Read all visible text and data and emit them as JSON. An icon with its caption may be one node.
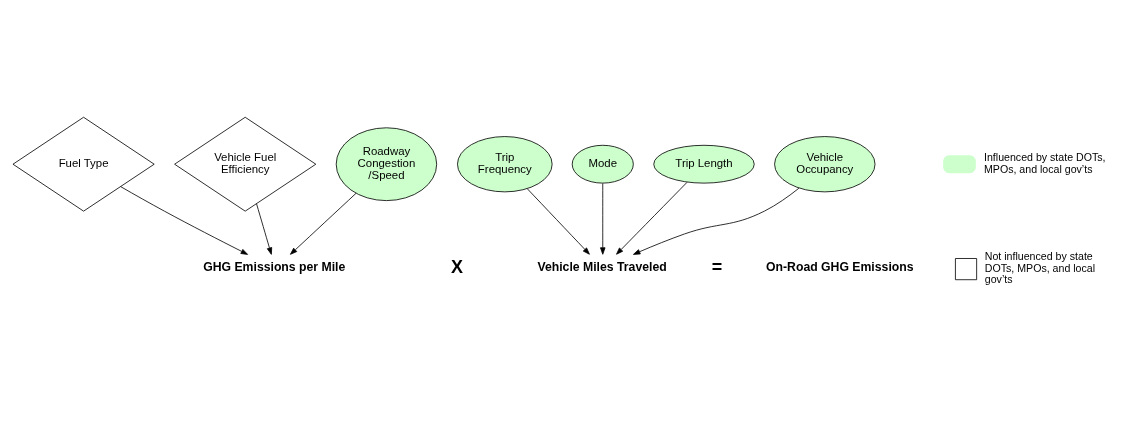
{
  "diagram": {
    "nodes": [
      {
        "text": [
          "Fuel Type"
        ]
      },
      {
        "text": [
          "Vehicle Fuel Efficiency"
        ]
      },
      {
        "text": [
          "Trip Frequency"
        ]
      },
      {
        "text": [
          "Mode"
        ]
      },
      {
        "text": [
          "Roadway Congestion /Speed"
        ]
      },
      {
        "text": [
          "Trip Length"
        ]
      },
      {
        "text": [
          "Vehicle Occupancy"
        ]
      },
      {
        "text": [
          "GHG Emissions per Mile"
        ]
      },
      {
        "text": [
          "Vehicle Miles Traveled"
        ]
      },
      {
        "text": [
          "On-Road GHG Emissions"
        ]
      }
    ],
    "edges": [
      {
        "from": 1,
        "to": 7,
        "arrow": "to"
      },
      {
        "from": 0,
        "to": 7,
        "arrow": "to"
      },
      {
        "from": 4,
        "to": 7,
        "arrow": "to"
      },
      {
        "from": 5,
        "to": 8,
        "arrow": "to"
      },
      {
        "from": 2,
        "to": 8,
        "arrow": "to"
      },
      {
        "from": 3,
        "to": 8,
        "arrow": "to"
      },
      {
        "from": 6,
        "to": 8,
        "arrow": "to"
      }
    ],
    "labels": [
      "X",
      "="
    ],
    "legend": [
      {
        "text": "Influenced by state DOTs, MPOs, and local gov’ts"
      },
      {
        "text": "Not influenced by state DOTs, MPOs, and local gov’ts"
      }
    ]
  }
}
